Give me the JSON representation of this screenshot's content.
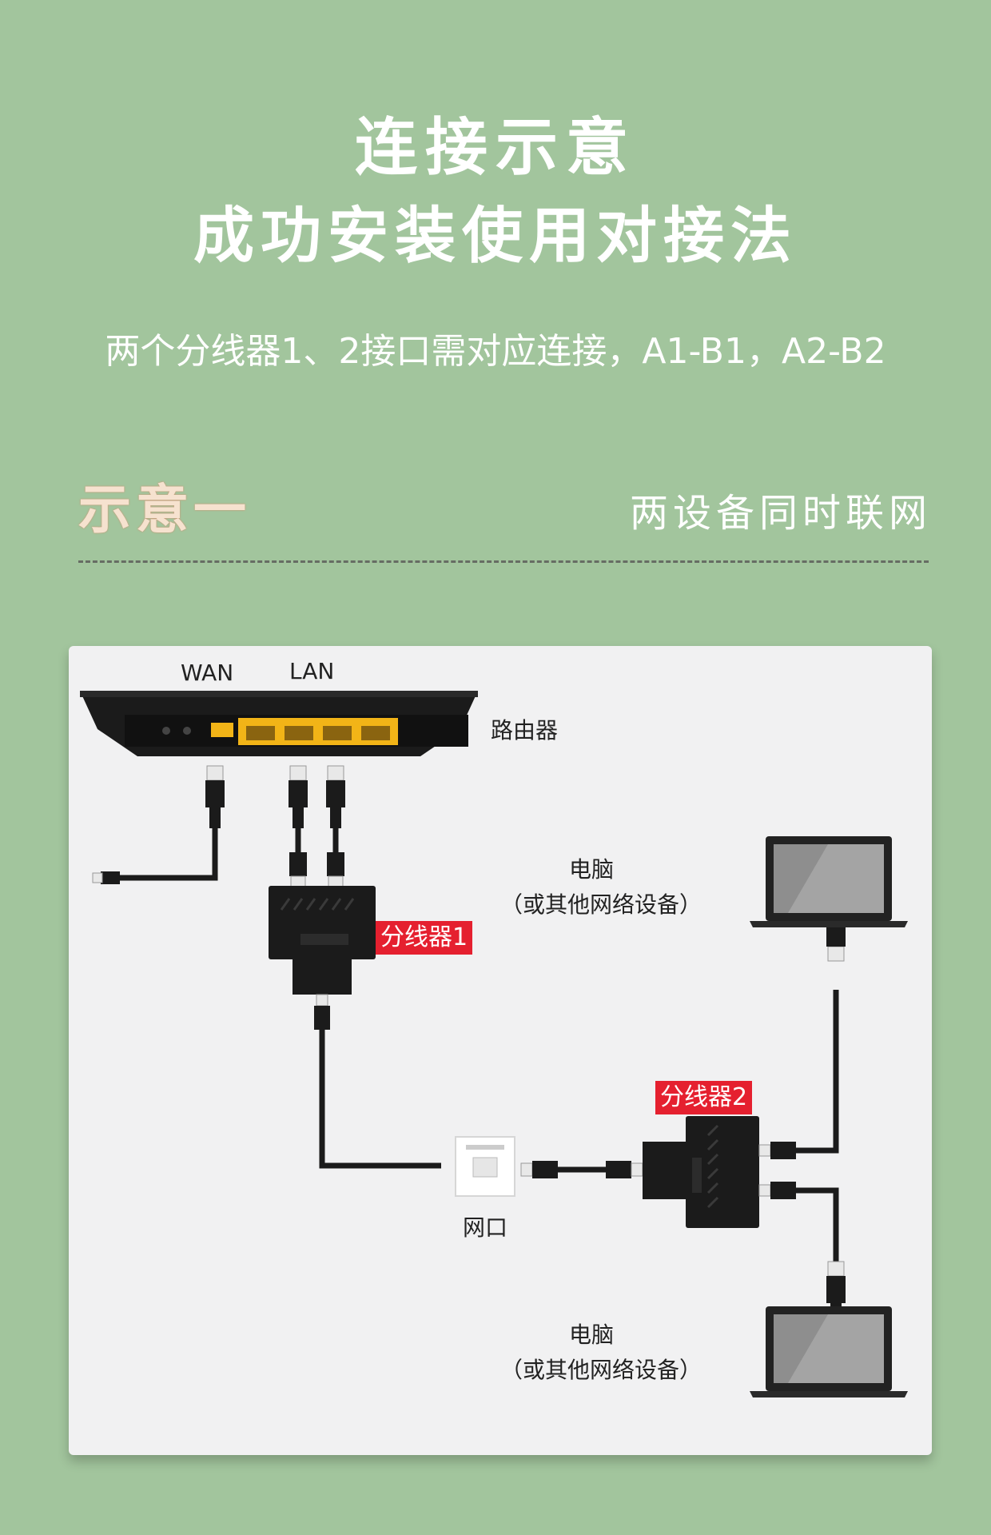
{
  "header": {
    "title_line1": "连接示意",
    "title_line2": "成功安装使用对接法",
    "subtitle": "两个分线器1、2接口需对应连接，A1-B1，A2-B2"
  },
  "section": {
    "title": "示意一",
    "note": "两设备同时联网"
  },
  "diagram": {
    "router_ports": {
      "wan": "WAN",
      "lan": "LAN"
    },
    "router_label": "路由器",
    "splitter1_label": "分线器1",
    "splitter2_label": "分线器2",
    "wall_port_label": "网口",
    "computer1_label": "电脑",
    "computer1_sub": "（或其他网络设备）",
    "computer2_label": "电脑",
    "computer2_sub": "（或其他网络设备）",
    "colors": {
      "background": "#a2c59d",
      "card": "#f1f1f2",
      "device": "#1b1b1b",
      "port": "#f2b417",
      "tag": "#e5202f"
    }
  }
}
